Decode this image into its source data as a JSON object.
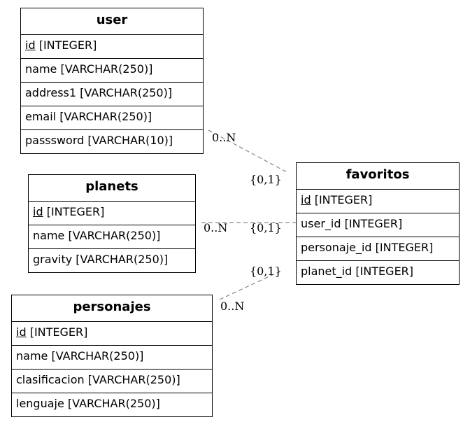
{
  "entities": {
    "user": {
      "title": "user",
      "rows": [
        {
          "pk": "id",
          "rest": " [INTEGER]"
        },
        {
          "text": "name [VARCHAR(250)]"
        },
        {
          "text": "address1 [VARCHAR(250)]"
        },
        {
          "text": "email [VARCHAR(250)]"
        },
        {
          "text": "passsword [VARCHAR(10)]"
        }
      ]
    },
    "planets": {
      "title": "planets",
      "rows": [
        {
          "pk": "id",
          "rest": " [INTEGER]"
        },
        {
          "text": "name [VARCHAR(250)]"
        },
        {
          "text": "gravity [VARCHAR(250)]"
        }
      ]
    },
    "personajes": {
      "title": "personajes",
      "rows": [
        {
          "pk": "id",
          "rest": " [INTEGER]"
        },
        {
          "text": "name [VARCHAR(250)]"
        },
        {
          "text": "clasificacion [VARCHAR(250)]"
        },
        {
          "text": "lenguaje [VARCHAR(250)]"
        }
      ]
    },
    "favoritos": {
      "title": "favoritos",
      "rows": [
        {
          "pk": "id",
          "rest": " [INTEGER]"
        },
        {
          "text": "user_id [INTEGER]"
        },
        {
          "text": "personaje_id [INTEGER]"
        },
        {
          "text": "planet_id [INTEGER]"
        }
      ]
    }
  },
  "relationships": [
    {
      "from": "user",
      "to": "favoritos",
      "from_card": "0..N",
      "to_card": "{0,1}"
    },
    {
      "from": "planets",
      "to": "favoritos",
      "from_card": "0..N",
      "to_card": "{0,1}"
    },
    {
      "from": "personajes",
      "to": "favoritos",
      "from_card": "0..N",
      "to_card": "{0,1}"
    }
  ]
}
